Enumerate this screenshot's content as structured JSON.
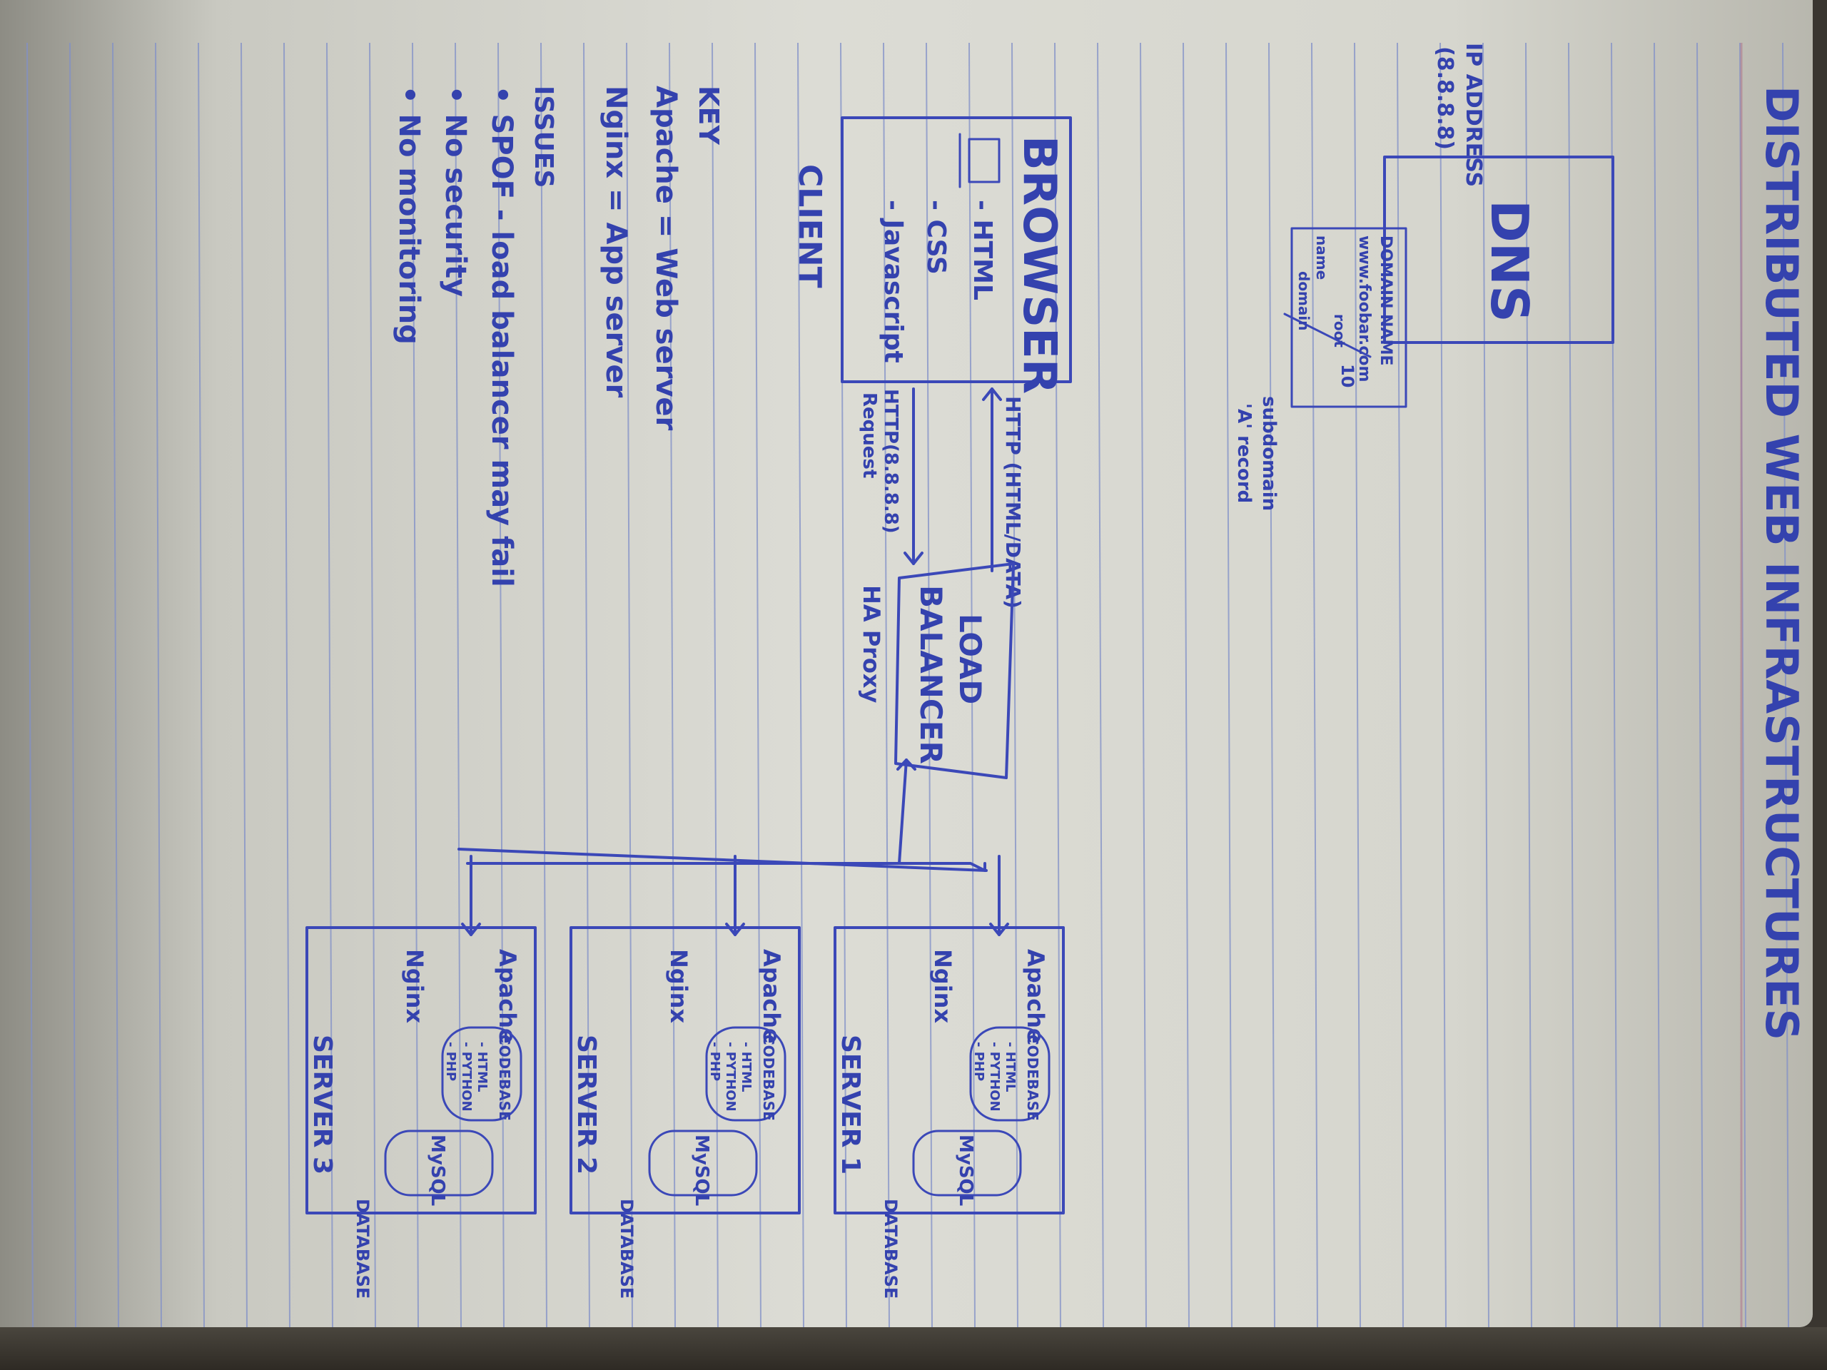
{
  "title": "DISTRIBUTED WEB INFRASTRUCTURES",
  "dns": {
    "label": "DNS",
    "ip_address_label": "IP ADDRESS",
    "ip_address_value": "(8.8.8.8)",
    "domain_name_label": "DOMAIN NAME",
    "domain_value": "www.foobar.com",
    "name_note": "name",
    "domain_note": "domain",
    "root_note": "root",
    "subdomain_note": "subdomain",
    "a_record_note": "'A' record",
    "ttl_note": "10"
  },
  "client": {
    "label": "CLIENT",
    "browser_label": "BROWSER",
    "items": [
      "- HTML",
      "- CSS",
      "- Javascript"
    ]
  },
  "connections": {
    "response_label": "HTTP (HTML/DATA)",
    "request_label_line1": "HTTP(8.8.8.8)",
    "request_label_line2": "Request"
  },
  "load_balancer": {
    "label_line1": "LOAD",
    "label_line2": "BALANCER",
    "note": "HA Proxy"
  },
  "servers": [
    {
      "name": "SERVER 1",
      "web_server": "Apache",
      "app_server": "Nginx",
      "codebase": "CODEBASE",
      "code_items": [
        "- HTML",
        "- PYTHON",
        "- PHP"
      ],
      "database": "MySQL",
      "database_note": "DATABASE"
    },
    {
      "name": "SERVER 2",
      "web_server": "Apache",
      "app_server": "Nginx",
      "codebase": "CODEBASE",
      "code_items": [
        "- HTML",
        "- PYTHON",
        "- PHP"
      ],
      "database": "MySQL",
      "database_note": "DATABASE"
    },
    {
      "name": "SERVER 3",
      "web_server": "Apache",
      "app_server": "Nginx",
      "codebase": "CODEBASE",
      "code_items": [
        "- HTML",
        "- PYTHON",
        "- PHP"
      ],
      "database": "MySQL",
      "database_note": "DATABASE"
    }
  ],
  "key": {
    "heading": "KEY",
    "entries": [
      "Apache = Web server",
      "Nginx = App server"
    ]
  },
  "issues": {
    "heading": "ISSUES",
    "items": [
      "• SPOF - load balancer may fail",
      "• No security",
      "• No monitoring"
    ]
  },
  "colors": {
    "ink": "#3b48b8",
    "paper": "#d9d9d2",
    "ruled_line": "#8190c8"
  }
}
